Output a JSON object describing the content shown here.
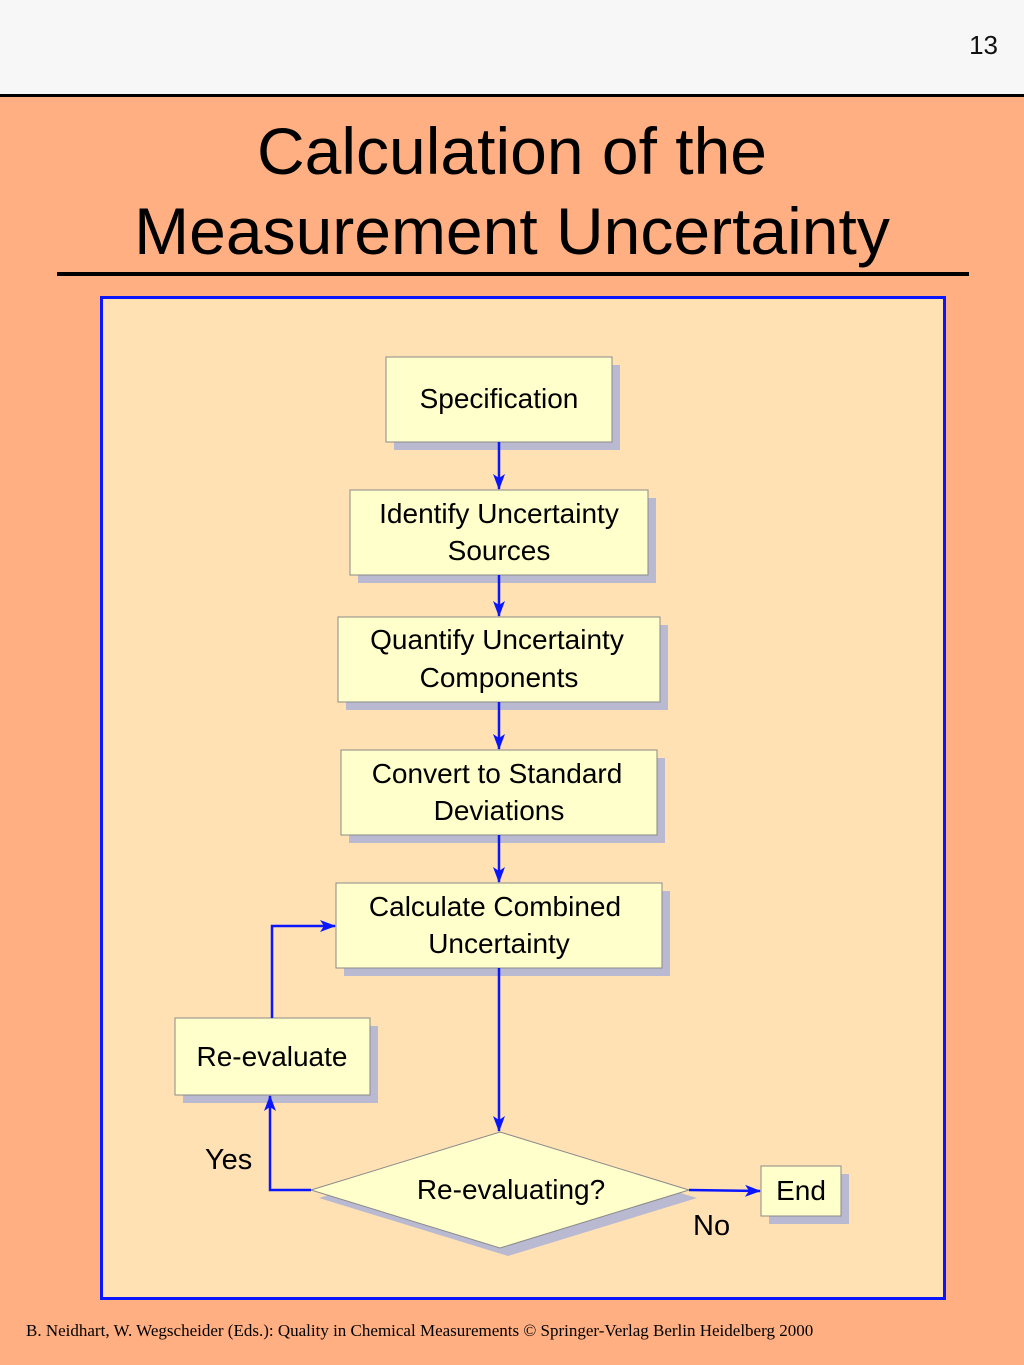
{
  "page_number": "13",
  "title": {
    "line1": "Calculation of the",
    "line2": "Measurement Uncertainty"
  },
  "flowchart": {
    "specification": "Specification",
    "identify": {
      "line1": "Identify Uncertainty",
      "line2": "Sources"
    },
    "quantify": {
      "line1": "Quantify Uncertainty",
      "line2": "Components"
    },
    "convert": {
      "line1": "Convert to Standard",
      "line2": "Deviations"
    },
    "calculate": {
      "line1": "Calculate Combined",
      "line2": "Uncertainty"
    },
    "reevaluate": "Re-evaluate",
    "decision": "Re-evaluating?",
    "end": "End",
    "yes_label": "Yes",
    "no_label": "No"
  },
  "colors": {
    "slide_bg": "#ffaf82",
    "panel_bg": "#ffe1b4",
    "panel_border": "#0a16ff",
    "box_fill": "#ffffcc",
    "arrow": "#0a16ff"
  },
  "footer": "B. Neidhart, W. Wegscheider (Eds.): Quality in Chemical Measurements © Springer-Verlag Berlin Heidelberg 2000"
}
